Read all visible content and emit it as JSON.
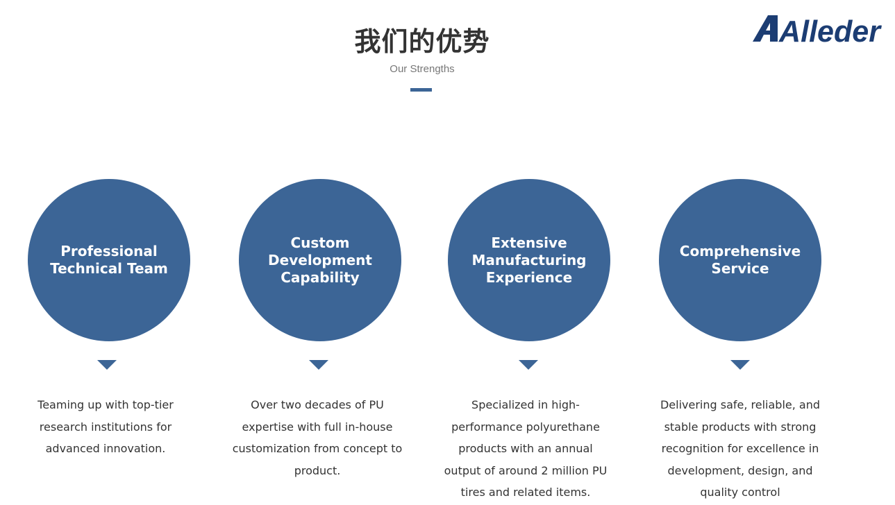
{
  "brand": {
    "logo_text": "Alleder",
    "color": "#1c3d73"
  },
  "header": {
    "title": "我们的优势",
    "subtitle": "Our Strengths"
  },
  "accent_color": "#3c6596",
  "strengths": [
    {
      "title": "Professional\nTechnical Team",
      "description": "Teaming up with top-tier research institutions for advanced innovation."
    },
    {
      "title": "Custom\nDevelopment\nCapability",
      "description": "Over two decades of PU expertise with full in-house customization from concept to product."
    },
    {
      "title": "Extensive\nManufacturing\nExperience",
      "description": "Specialized in high-performance polyurethane products with an annual output of around 2 million PU tires and related items."
    },
    {
      "title": "Comprehensive\nService",
      "description": "Delivering safe, reliable, and stable products with strong recognition for excellence in development, design, and quality control"
    }
  ]
}
